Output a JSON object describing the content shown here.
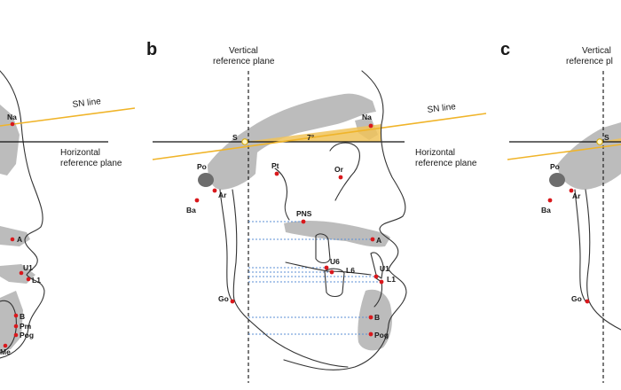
{
  "panels": [
    {
      "id": "a",
      "letter": ""
    },
    {
      "id": "b",
      "letter": "b"
    },
    {
      "id": "c",
      "letter": "c"
    }
  ],
  "labels": {
    "vertical_reference": [
      "Vertical",
      "reference plane"
    ],
    "horizontal_reference": [
      "Horizontal",
      "reference plane"
    ],
    "sn_line": "SN line",
    "angle": "7°",
    "vertical_reference_c": [
      "Vertical",
      "reference pl"
    ]
  },
  "landmarks_a": [
    "Na",
    "A",
    "U1",
    "L1",
    "B",
    "Pm",
    "Pog",
    "Me"
  ],
  "landmarks_b": [
    "Na",
    "S",
    "Po",
    "Ba",
    "Ar",
    "Pt",
    "Or",
    "PNS",
    "A",
    "U6",
    "L6",
    "U1",
    "L1",
    "Go",
    "B",
    "Pog"
  ],
  "landmarks_c": [
    "S",
    "Po",
    "Ar",
    "Ba",
    "Go"
  ],
  "colors": {
    "sn_line": "#f0b429",
    "point": "#d9181c",
    "bone": "#b8b8b8",
    "dotted": "#5b8fd6",
    "outline": "#333333"
  }
}
